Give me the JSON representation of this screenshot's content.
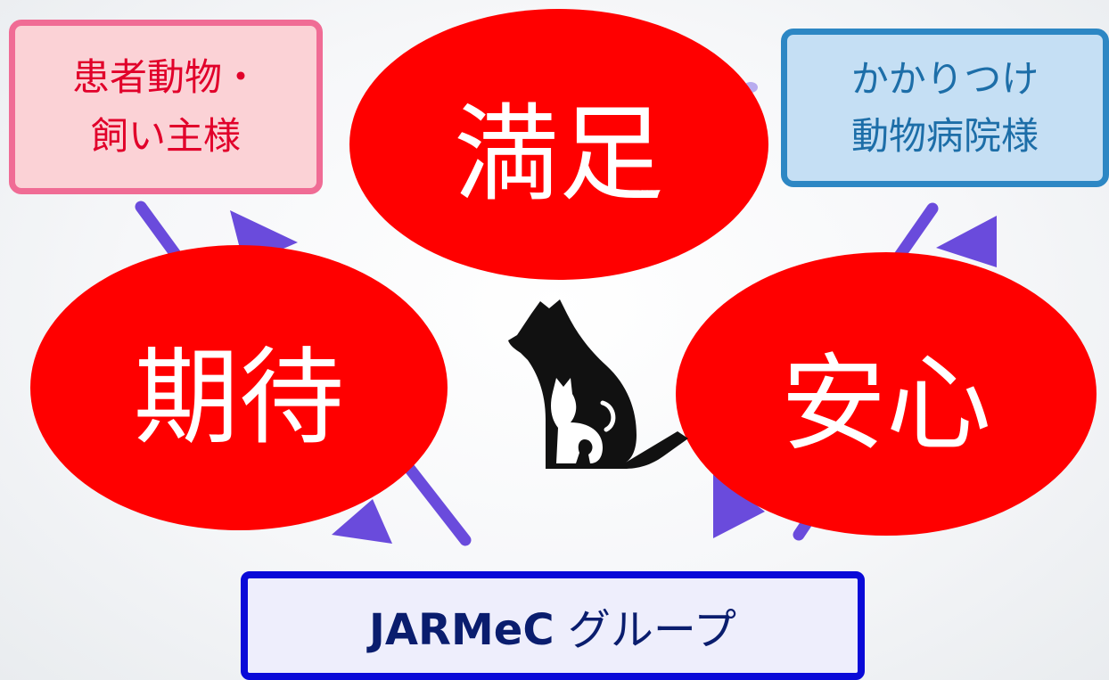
{
  "boxes": {
    "owners": {
      "line1": "患者動物・",
      "line2": "飼い主様"
    },
    "vets": {
      "line1": "かかりつけ",
      "line2": "動物病院様"
    },
    "group": {
      "brand": "JARMeC",
      "suffix": " グループ"
    }
  },
  "ovals": {
    "satisfaction": "満足",
    "expectation": "期待",
    "peace": "安心"
  },
  "colors": {
    "oval": "#ff0000",
    "arrow": "#6a4bdc",
    "owners_border": "#f06c95",
    "vets_border": "#2d87c4",
    "group_border": "#0a0ad8"
  },
  "icons": {
    "center": "dog-and-cat-silhouette-icon"
  }
}
